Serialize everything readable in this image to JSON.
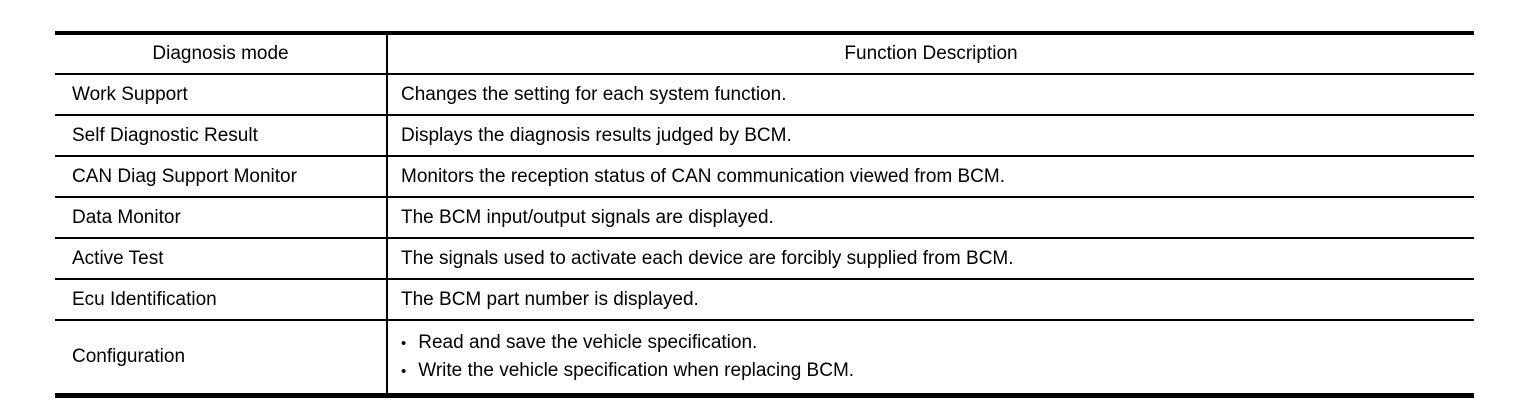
{
  "colors": {
    "background": "#ffffff",
    "text": "#000000",
    "border": "#000000"
  },
  "table": {
    "bullet_char": "•",
    "headers": [
      "Diagnosis mode",
      "Function Description"
    ],
    "rows": [
      {
        "mode": "Work Support",
        "description": "Changes the setting for each system function."
      },
      {
        "mode": "Self Diagnostic Result",
        "description": "Displays the diagnosis results judged by BCM."
      },
      {
        "mode": "CAN Diag Support Monitor",
        "description": "Monitors the reception status of CAN communication viewed from BCM."
      },
      {
        "mode": "Data Monitor",
        "description": "The BCM input/output signals are displayed."
      },
      {
        "mode": "Active Test",
        "description": "The signals used to activate each device are forcibly supplied from BCM."
      },
      {
        "mode": "Ecu Identification",
        "description": "The BCM part number is displayed."
      },
      {
        "mode": "Configuration",
        "description_bullets": [
          "Read and save the vehicle specification.",
          "Write the vehicle specification when replacing BCM."
        ]
      }
    ]
  }
}
